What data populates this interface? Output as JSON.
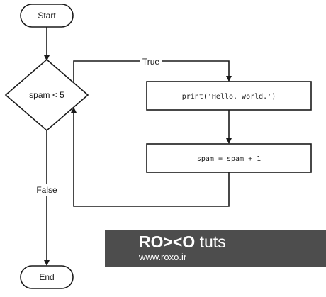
{
  "diagram": {
    "nodes": {
      "start": "Start",
      "condition": "spam < 5",
      "print": "print('Hello, world.')",
      "increment": "spam = spam + 1",
      "end": "End"
    },
    "edges": {
      "true_label": "True",
      "false_label": "False"
    }
  },
  "watermark": {
    "brand_bold": "RO><O",
    "brand_light": " tuts",
    "url": "www.roxo.ir"
  }
}
